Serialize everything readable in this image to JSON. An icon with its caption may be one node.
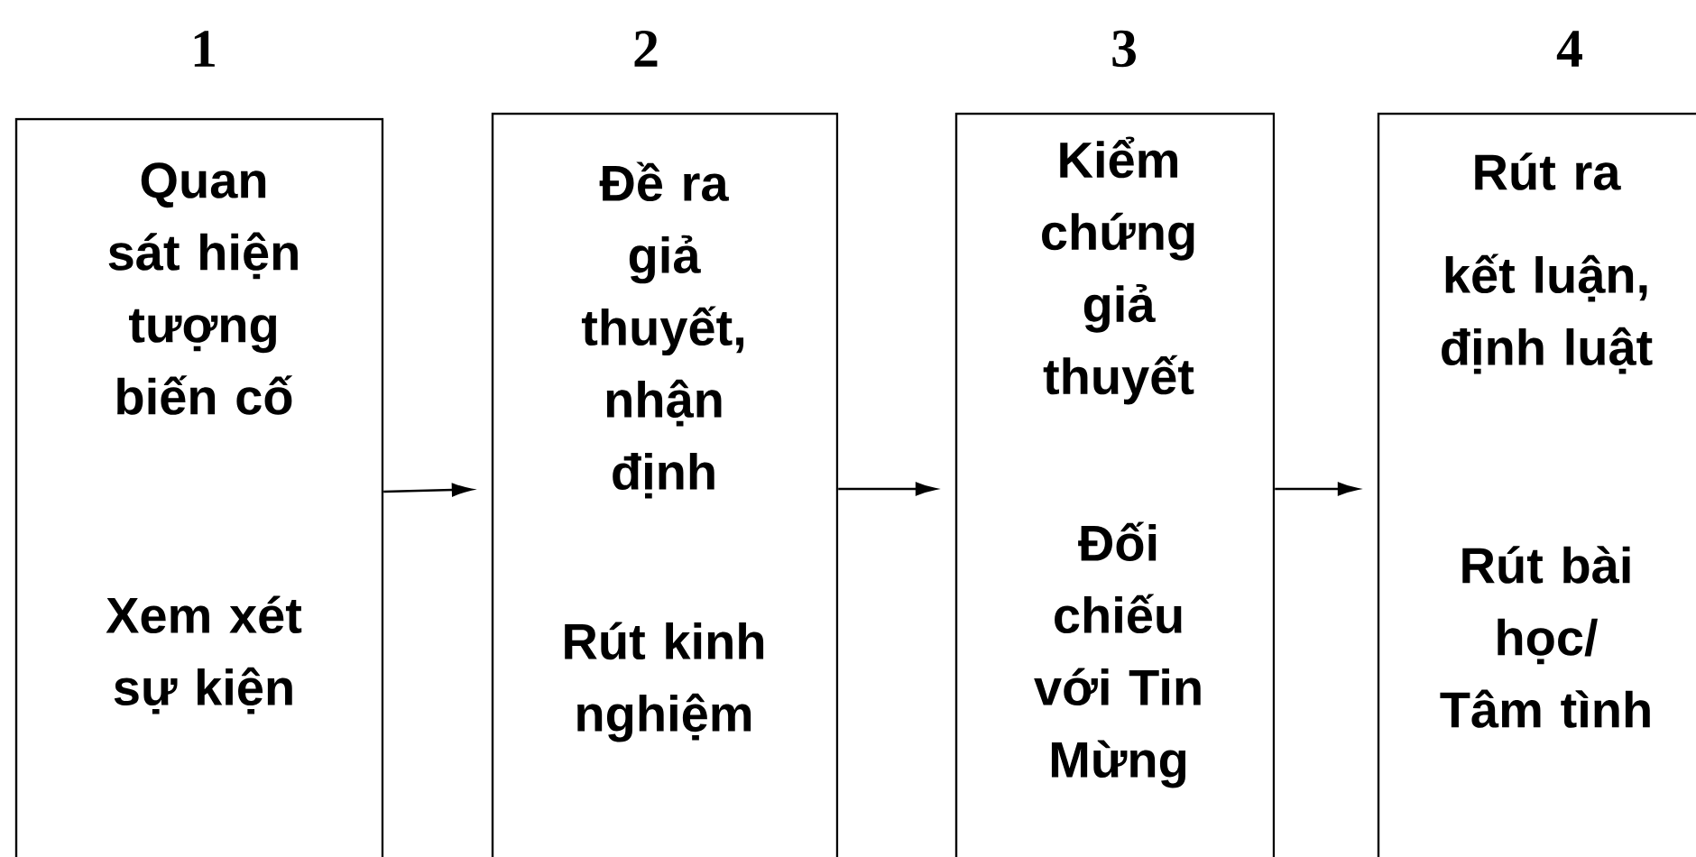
{
  "diagram": {
    "nodes": [
      {
        "text": [
          "Quan sát hiện tượng biến cố",
          "Xem xét sự kiện"
        ],
        "beside": [
          "1"
        ]
      },
      {
        "text": [
          "Đề ra giả thuyết, nhận định",
          "Rút kinh nghiệm"
        ],
        "beside": [
          "2"
        ]
      },
      {
        "text": [
          "Kiểm chứng giả thuyết",
          "Đối chiếu với Tin Mừng"
        ],
        "beside": [
          "3"
        ]
      },
      {
        "text": [
          "Rút ra",
          "kết luận, định luật",
          "Rút bài học/ Tâm tình"
        ],
        "beside": [
          "4"
        ]
      }
    ],
    "edges": [
      {
        "from": 0,
        "to": 1,
        "arrow": "to"
      },
      {
        "from": 1,
        "to": 2,
        "arrow": "to"
      },
      {
        "from": 2,
        "to": 3,
        "arrow": "to"
      }
    ]
  }
}
